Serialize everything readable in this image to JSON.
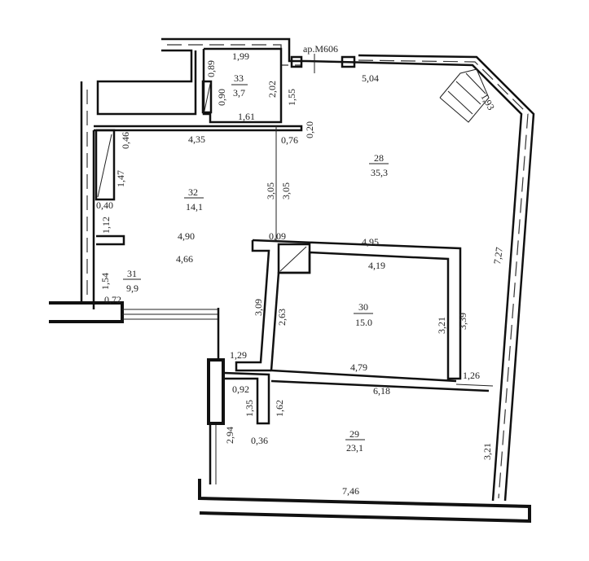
{
  "apartment_label": "ap.M606",
  "rooms": [
    {
      "number": "33",
      "area": "3,7"
    },
    {
      "number": "32",
      "area": "14,1"
    },
    {
      "number": "31",
      "area": "9,9"
    },
    {
      "number": "28",
      "area": "35,3"
    },
    {
      "number": "30",
      "area": "15.0"
    },
    {
      "number": "29",
      "area": "23,1"
    }
  ],
  "dimensions": {
    "d199": "1,99",
    "d089": "0,89",
    "d090": "0,90",
    "d202": "2,02",
    "d155": "1,55",
    "d161": "1,61",
    "d504": "5,04",
    "d193": "1,93",
    "d020": "0,20",
    "d076": "0,76",
    "d435": "4,35",
    "d046": "0,46",
    "d147": "1,47",
    "d040": "0,40",
    "d112": "1,12",
    "d305a": "3,05",
    "d305b": "3,05",
    "d490": "4,90",
    "d009": "0,09",
    "d466": "4,66",
    "d154": "1,54",
    "d072": "0,72",
    "d495": "4,95",
    "d419": "4,19",
    "d727": "7,27",
    "d309": "3,09",
    "d263": "2,63",
    "d321a": "3,21",
    "d339": "3,39",
    "d129": "1,29",
    "d479": "4,79",
    "d126": "1,26",
    "d092": "0,92",
    "d618": "6,18",
    "d135": "1,35",
    "d162": "1,62",
    "d294": "2,94",
    "d036": "0,36",
    "d321b": "3,21",
    "d746": "7,46"
  }
}
